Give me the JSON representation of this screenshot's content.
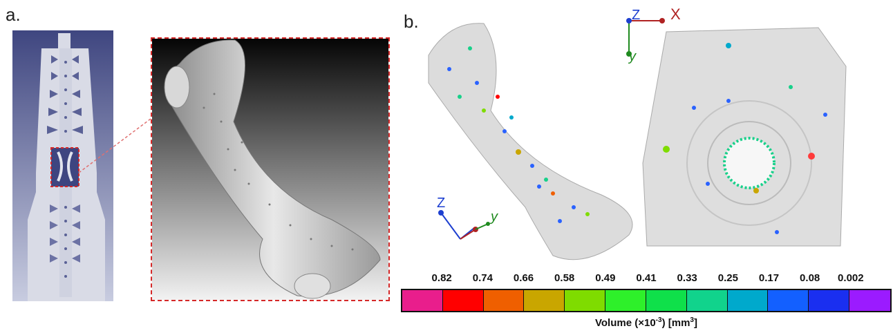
{
  "panels": {
    "a": {
      "label": "a."
    },
    "b": {
      "label": "b."
    }
  },
  "axes": {
    "top": {
      "x": "X",
      "y": "y",
      "z": "Z"
    },
    "bottom": {
      "y": "y",
      "z": "Z"
    }
  },
  "colorbar": {
    "ticks": [
      "0.82",
      "0.74",
      "0.66",
      "0.58",
      "0.49",
      "0.41",
      "0.33",
      "0.25",
      "0.17",
      "0.08",
      "0.002"
    ],
    "colors": [
      "#e91e8c",
      "#ff0000",
      "#ef5f00",
      "#c9a600",
      "#7fdc00",
      "#2ef02a",
      "#0fe04a",
      "#11d38c",
      "#00a9cc",
      "#1360ff",
      "#1a2ff0",
      "#9b1bff"
    ],
    "label_prefix": "Volume (×10",
    "label_exp": "-3",
    "label_mid": ") [mm",
    "label_unit_exp": "3",
    "label_suffix": "]"
  },
  "colors": {
    "frame_dash": "#d52828",
    "axis_x": "#b02222",
    "axis_y": "#1f8a1f",
    "axis_z": "#1d3fd0"
  }
}
